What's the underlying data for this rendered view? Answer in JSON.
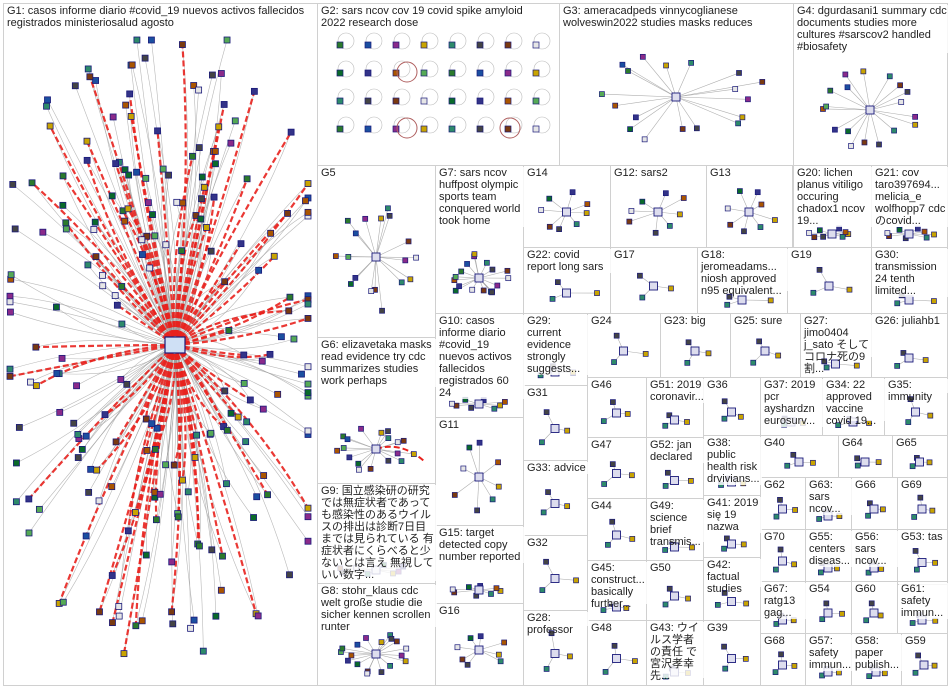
{
  "groups": [
    {
      "id": "G1",
      "text": "G1: casos informe diario #covid_19 nuevos activos fallecidos registrados ministeriosalud agosto"
    },
    {
      "id": "G2",
      "text": "G2: sars ncov cov 19 covid spike amyloid 2022 research dose"
    },
    {
      "id": "G3",
      "text": "G3: ameracadpeds vinnycoglianese wolveswin2022 studies masks reduces"
    },
    {
      "id": "G4",
      "text": "G4: dgurdasani1 summary cdc documents studies more cultures #sarscov2 handled #biosafety"
    },
    {
      "id": "G5",
      "text": "G5"
    },
    {
      "id": "G6",
      "text": "G6: elizavetaka masks read evidence try cdc summarizes studies work perhaps"
    },
    {
      "id": "G7",
      "text": "G7: sars ncov huffpost olympic sports team conquered world took home"
    },
    {
      "id": "G8",
      "text": "G8: stohr_klaus cdc welt große studie die sicher kennen scrollen runter"
    },
    {
      "id": "G9",
      "text": "G9: 国立感染研の研究では無症状者であっても感染性のあるウイルスの排出は診断7日目までは見られている 有症状者にくらべると少ないとは言え 無視していい数字..."
    },
    {
      "id": "G10",
      "text": "G10: casos informe diario #covid_19 nuevos activos fallecidos registrados 60 24"
    },
    {
      "id": "G11",
      "text": "G11"
    },
    {
      "id": "G12",
      "text": "G12: sars2"
    },
    {
      "id": "G13",
      "text": "G13"
    },
    {
      "id": "G14",
      "text": "G14"
    },
    {
      "id": "G15",
      "text": "G15: target detected copy number reported"
    },
    {
      "id": "G16",
      "text": "G16"
    },
    {
      "id": "G17",
      "text": "G17"
    },
    {
      "id": "G18",
      "text": "G18: jeromeadams... niosh approved n95 equivalent..."
    },
    {
      "id": "G19",
      "text": "G19"
    },
    {
      "id": "G20",
      "text": "G20: lichen planus vitiligo occuring chadox1 ncov 19..."
    },
    {
      "id": "G21",
      "text": "G21: cov taro397694... melicia_e wolfhopp7 cdcのcovid..."
    },
    {
      "id": "G22",
      "text": "G22: covid report long sars"
    },
    {
      "id": "G23",
      "text": "G23: big"
    },
    {
      "id": "G24",
      "text": "G24"
    },
    {
      "id": "G25",
      "text": "G25: sure"
    },
    {
      "id": "G26",
      "text": "G26: juliahb1"
    },
    {
      "id": "G27",
      "text": "G27: jimo0404 j_sato そして コロナ死の9割..."
    },
    {
      "id": "G28",
      "text": "G28: professor"
    },
    {
      "id": "G29",
      "text": "G29: current evidence strongly suggests..."
    },
    {
      "id": "G30",
      "text": "G30: transmission 24 tenth limited..."
    },
    {
      "id": "G31",
      "text": "G31"
    },
    {
      "id": "G32",
      "text": "G32"
    },
    {
      "id": "G33",
      "text": "G33: advice"
    },
    {
      "id": "G34",
      "text": "G34: 22 approved vaccine covid 19..."
    },
    {
      "id": "G35",
      "text": "G35: immunity"
    },
    {
      "id": "G36",
      "text": "G36"
    },
    {
      "id": "G37",
      "text": "G37: 2019 pcr ayshardzn eurosurv..."
    },
    {
      "id": "G38",
      "text": "G38: public health risk drvivians..."
    },
    {
      "id": "G39",
      "text": "G39"
    },
    {
      "id": "G40",
      "text": "G40"
    },
    {
      "id": "G41",
      "text": "G41: 2019 się 19 nazwa"
    },
    {
      "id": "G42",
      "text": "G42: factual studies"
    },
    {
      "id": "G43",
      "text": "G43: ウイルス学者の責任 で宮沢孝幸先..."
    },
    {
      "id": "G44",
      "text": "G44"
    },
    {
      "id": "G45",
      "text": "G45: construct... basically further..."
    },
    {
      "id": "G46",
      "text": "G46"
    },
    {
      "id": "G47",
      "text": "G47"
    },
    {
      "id": "G48",
      "text": "G48"
    },
    {
      "id": "G49",
      "text": "G49: science brief transmis..."
    },
    {
      "id": "G50",
      "text": "G50"
    },
    {
      "id": "G51",
      "text": "G51: 2019 coronavir..."
    },
    {
      "id": "G52",
      "text": "G52: jan declared"
    },
    {
      "id": "G53",
      "text": "G53: tas"
    },
    {
      "id": "G54",
      "text": "G54"
    },
    {
      "id": "G55",
      "text": "G55: centers diseas..."
    },
    {
      "id": "G56",
      "text": "G56: sars ncov..."
    },
    {
      "id": "G57",
      "text": "G57: safety immun..."
    },
    {
      "id": "G58",
      "text": "G58: paper publish..."
    },
    {
      "id": "G59",
      "text": "G59"
    },
    {
      "id": "G60",
      "text": "G60"
    },
    {
      "id": "G61",
      "text": "G61: safety immun..."
    },
    {
      "id": "G62",
      "text": "G62"
    },
    {
      "id": "G63",
      "text": "G63: sars ncov..."
    },
    {
      "id": "G64",
      "text": "G64"
    },
    {
      "id": "G65",
      "text": "G65"
    },
    {
      "id": "G66",
      "text": "G66"
    },
    {
      "id": "G67",
      "text": "G67: ratg13 gag..."
    },
    {
      "id": "G68",
      "text": "G68"
    },
    {
      "id": "G69",
      "text": "G69"
    },
    {
      "id": "G70",
      "text": "G70"
    }
  ],
  "colors": {
    "edge_red": "#e8221e",
    "edge_grey": "#9a9a9a",
    "box_border": "#d0d0d0",
    "node_border": "#1a1a7a",
    "label_bg": "#ffffff",
    "label_text": "#222222"
  }
}
